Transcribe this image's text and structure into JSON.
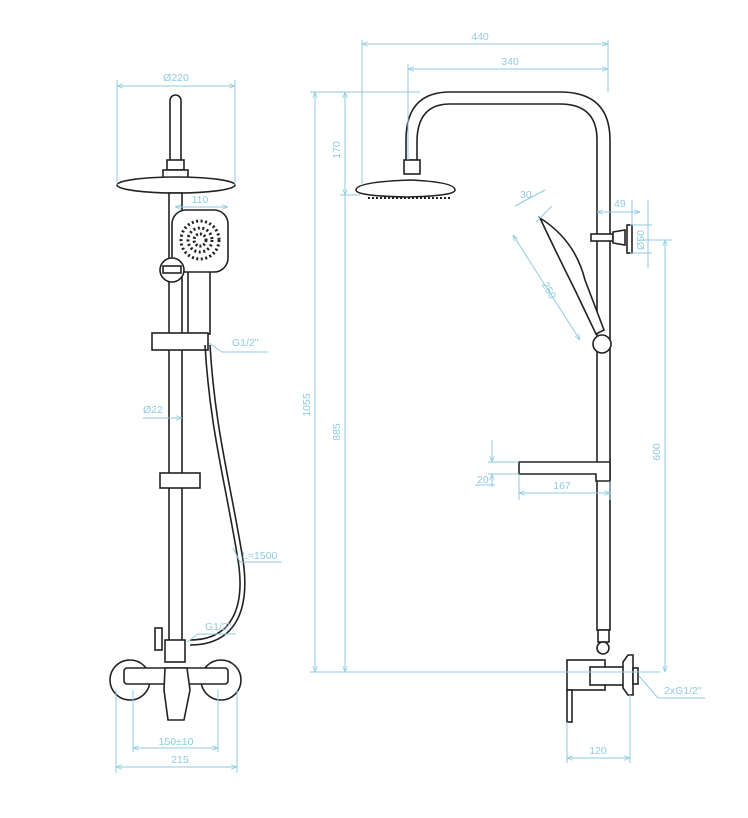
{
  "front_view": {
    "dimensions": {
      "head_diameter": "Ø220",
      "hand_shower_width": "110",
      "slider_thread": "G1/2\"",
      "rail_diameter": "Ø22",
      "hose_length": "L=1500",
      "outlet_thread": "G1/2\"",
      "mixer_spacing": "150±10",
      "mixer_width": "215"
    }
  },
  "side_view": {
    "dimensions": {
      "arm_reach": "440",
      "head_offset": "340",
      "head_drop": "170",
      "total_height": "1055",
      "head_height": "885",
      "hand_shower_width": "30",
      "hand_shower_length": "250",
      "bracket_depth": "49",
      "bracket_diameter": "Ø50",
      "bracket_height": "600",
      "shelf_thickness": "20",
      "shelf_depth": "167",
      "inlet_thread": "2xG1/2\"",
      "mixer_depth": "120"
    }
  },
  "colors": {
    "dimension": "#8fcbe0",
    "outline": "#222222"
  }
}
